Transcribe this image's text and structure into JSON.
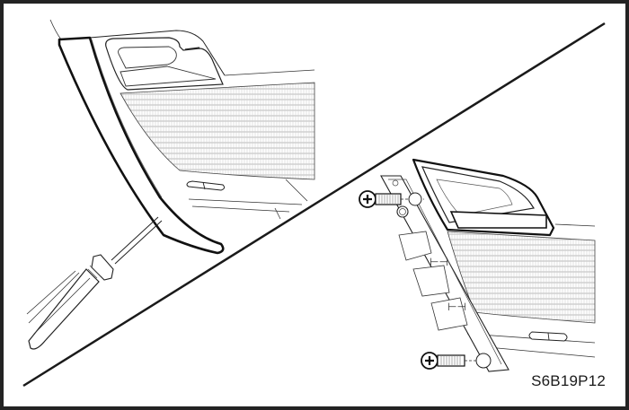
{
  "figure": {
    "label": "S6B19P12",
    "frame_color": "#232323",
    "line_color": "#1a1a1a",
    "background": "#ffffff"
  },
  "panels": [
    {
      "id": "upper-left",
      "depicts": "screwdriver prying off door trim cover"
    },
    {
      "id": "lower-right",
      "depicts": "two screws removed from door handle trim bracket"
    }
  ]
}
